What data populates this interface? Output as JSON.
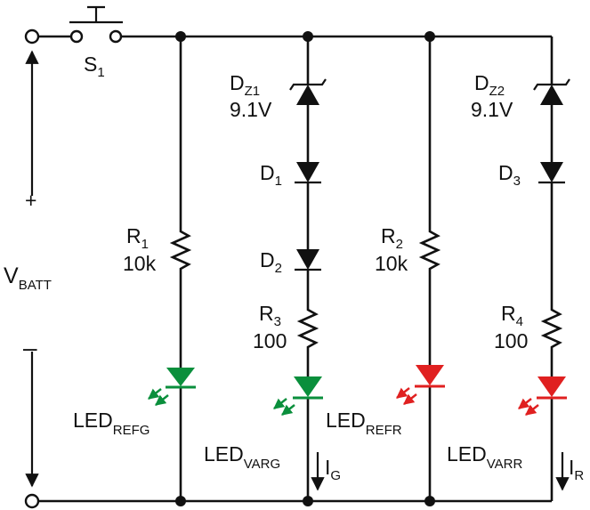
{
  "battery": {
    "label": "V",
    "label_sub": "BATT",
    "plus": "+",
    "minus": "–"
  },
  "switch": {
    "label": "S",
    "label_sub": "1"
  },
  "resistors": {
    "r1": {
      "name": "R",
      "sub": "1",
      "value": "10k"
    },
    "r2": {
      "name": "R",
      "sub": "2",
      "value": "10k"
    },
    "r3": {
      "name": "R",
      "sub": "3",
      "value": "100"
    },
    "r4": {
      "name": "R",
      "sub": "4",
      "value": "100"
    }
  },
  "zeners": {
    "dz1": {
      "name": "D",
      "sub": "Z1",
      "value": "9.1V"
    },
    "dz2": {
      "name": "D",
      "sub": "Z2",
      "value": "9.1V"
    }
  },
  "diodes": {
    "d1": {
      "name": "D",
      "sub": "1"
    },
    "d2": {
      "name": "D",
      "sub": "2"
    },
    "d3": {
      "name": "D",
      "sub": "3"
    }
  },
  "leds": {
    "refg": {
      "name": "LED",
      "sub": "REFG",
      "color": "#0a8f3c"
    },
    "varg": {
      "name": "LED",
      "sub": "VARG",
      "color": "#0a8f3c"
    },
    "refr": {
      "name": "LED",
      "sub": "REFR",
      "color": "#e02020"
    },
    "varr": {
      "name": "LED",
      "sub": "VARR",
      "color": "#e02020"
    }
  },
  "currents": {
    "ig": {
      "name": "I",
      "sub": "G"
    },
    "ir": {
      "name": "I",
      "sub": "R"
    }
  },
  "colors": {
    "wire": "#111111",
    "green": "#0a8f3c",
    "red": "#e02020"
  }
}
